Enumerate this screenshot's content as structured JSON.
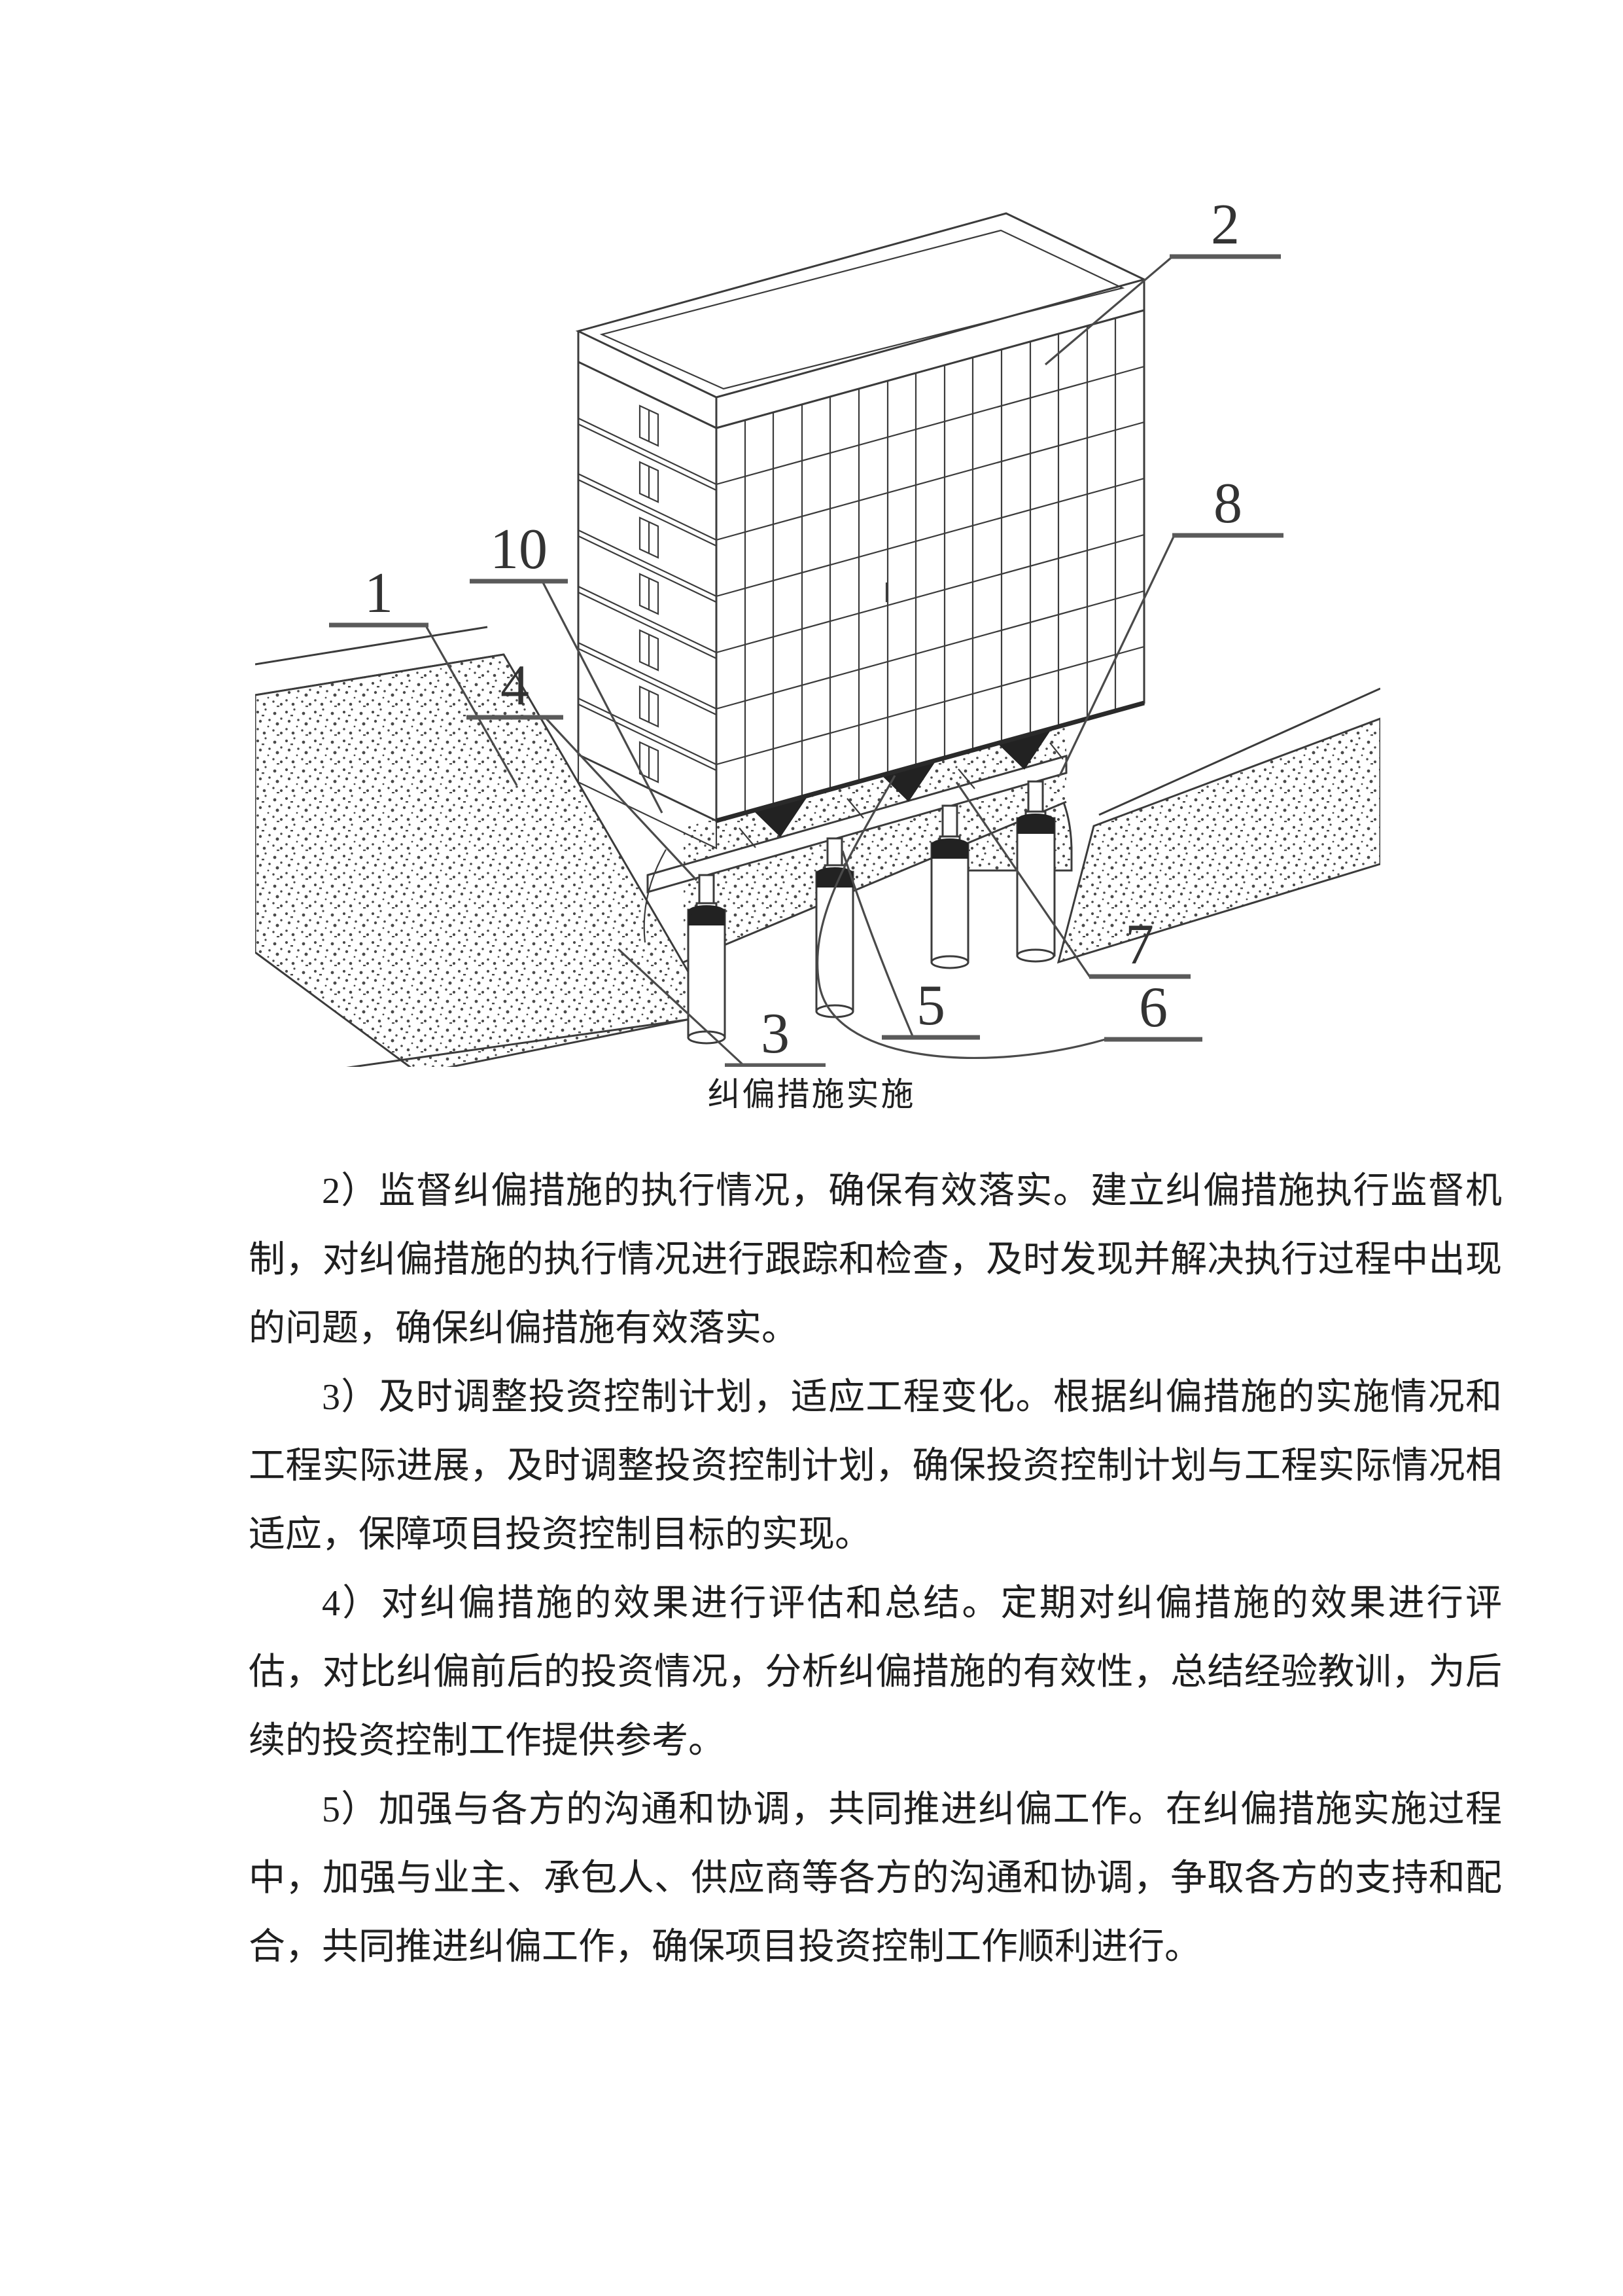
{
  "figure": {
    "caption": "纠偏措施实施",
    "labels": [
      {
        "id": "label-1",
        "text": "1"
      },
      {
        "id": "label-2",
        "text": "2"
      },
      {
        "id": "label-3",
        "text": "3"
      },
      {
        "id": "label-4",
        "text": "4"
      },
      {
        "id": "label-5",
        "text": "5"
      },
      {
        "id": "label-6",
        "text": "6"
      },
      {
        "id": "label-7",
        "text": "7"
      },
      {
        "id": "label-8",
        "text": "8"
      },
      {
        "id": "label-10",
        "text": "10"
      }
    ]
  },
  "content": {
    "paragraphs": [
      {
        "text": "2）监督纠偏措施的执行情况，确保有效落实。建立纠偏措施执行监督机制，对纠偏措施的执行情况进行跟踪和检查，及时发现并解决执行过程中出现的问题，确保纠偏措施有效落实。"
      },
      {
        "text": "3）及时调整投资控制计划，适应工程变化。根据纠偏措施的实施情况和工程实际进展，及时调整投资控制计划，确保投资控制计划与工程实际情况相适应，保障项目投资控制目标的实现。"
      },
      {
        "text": "4）对纠偏措施的效果进行评估和总结。定期对纠偏措施的效果进行评估，对比纠偏前后的投资情况，分析纠偏措施的有效性，总结经验教训，为后续的投资控制工作提供参考。"
      },
      {
        "text": "5）加强与各方的沟通和协调，共同推进纠偏工作。在纠偏措施实施过程中，加强与业主、承包人、供应商等各方的沟通和协调，争取各方的支持和配合，共同推进纠偏工作，确保项目投资控制工作顺利进行。"
      }
    ]
  },
  "colors": {
    "ink": "#3b3b3b",
    "text": "#1f1f1f",
    "paper": "#ffffff"
  }
}
